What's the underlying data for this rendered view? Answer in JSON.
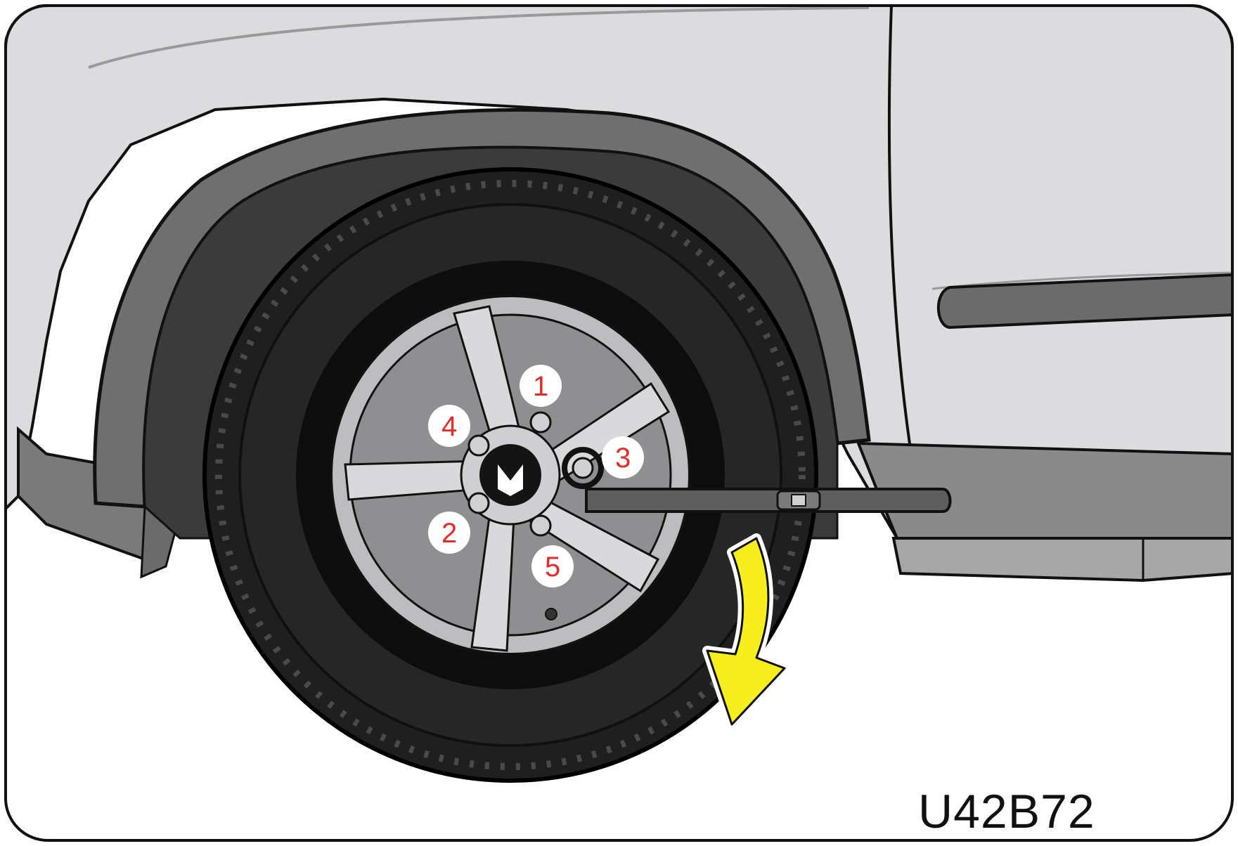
{
  "figure": {
    "code": "U42B72"
  },
  "lug_nut_labels": [
    "1",
    "2",
    "3",
    "4",
    "5"
  ],
  "colors": {
    "body_panel": "#dcdcde",
    "fender_trim": "#6f6f70",
    "wheel_well": "#3b3b3b",
    "tire": "#1f1f1f",
    "rim": "#bdbdbf",
    "label_number": "#e32b2b",
    "arrow": "#f7ee1e",
    "outline": "#111111"
  },
  "icons": {
    "direction": "down-curved-arrow-icon",
    "logo": "brand-logo-icon"
  }
}
